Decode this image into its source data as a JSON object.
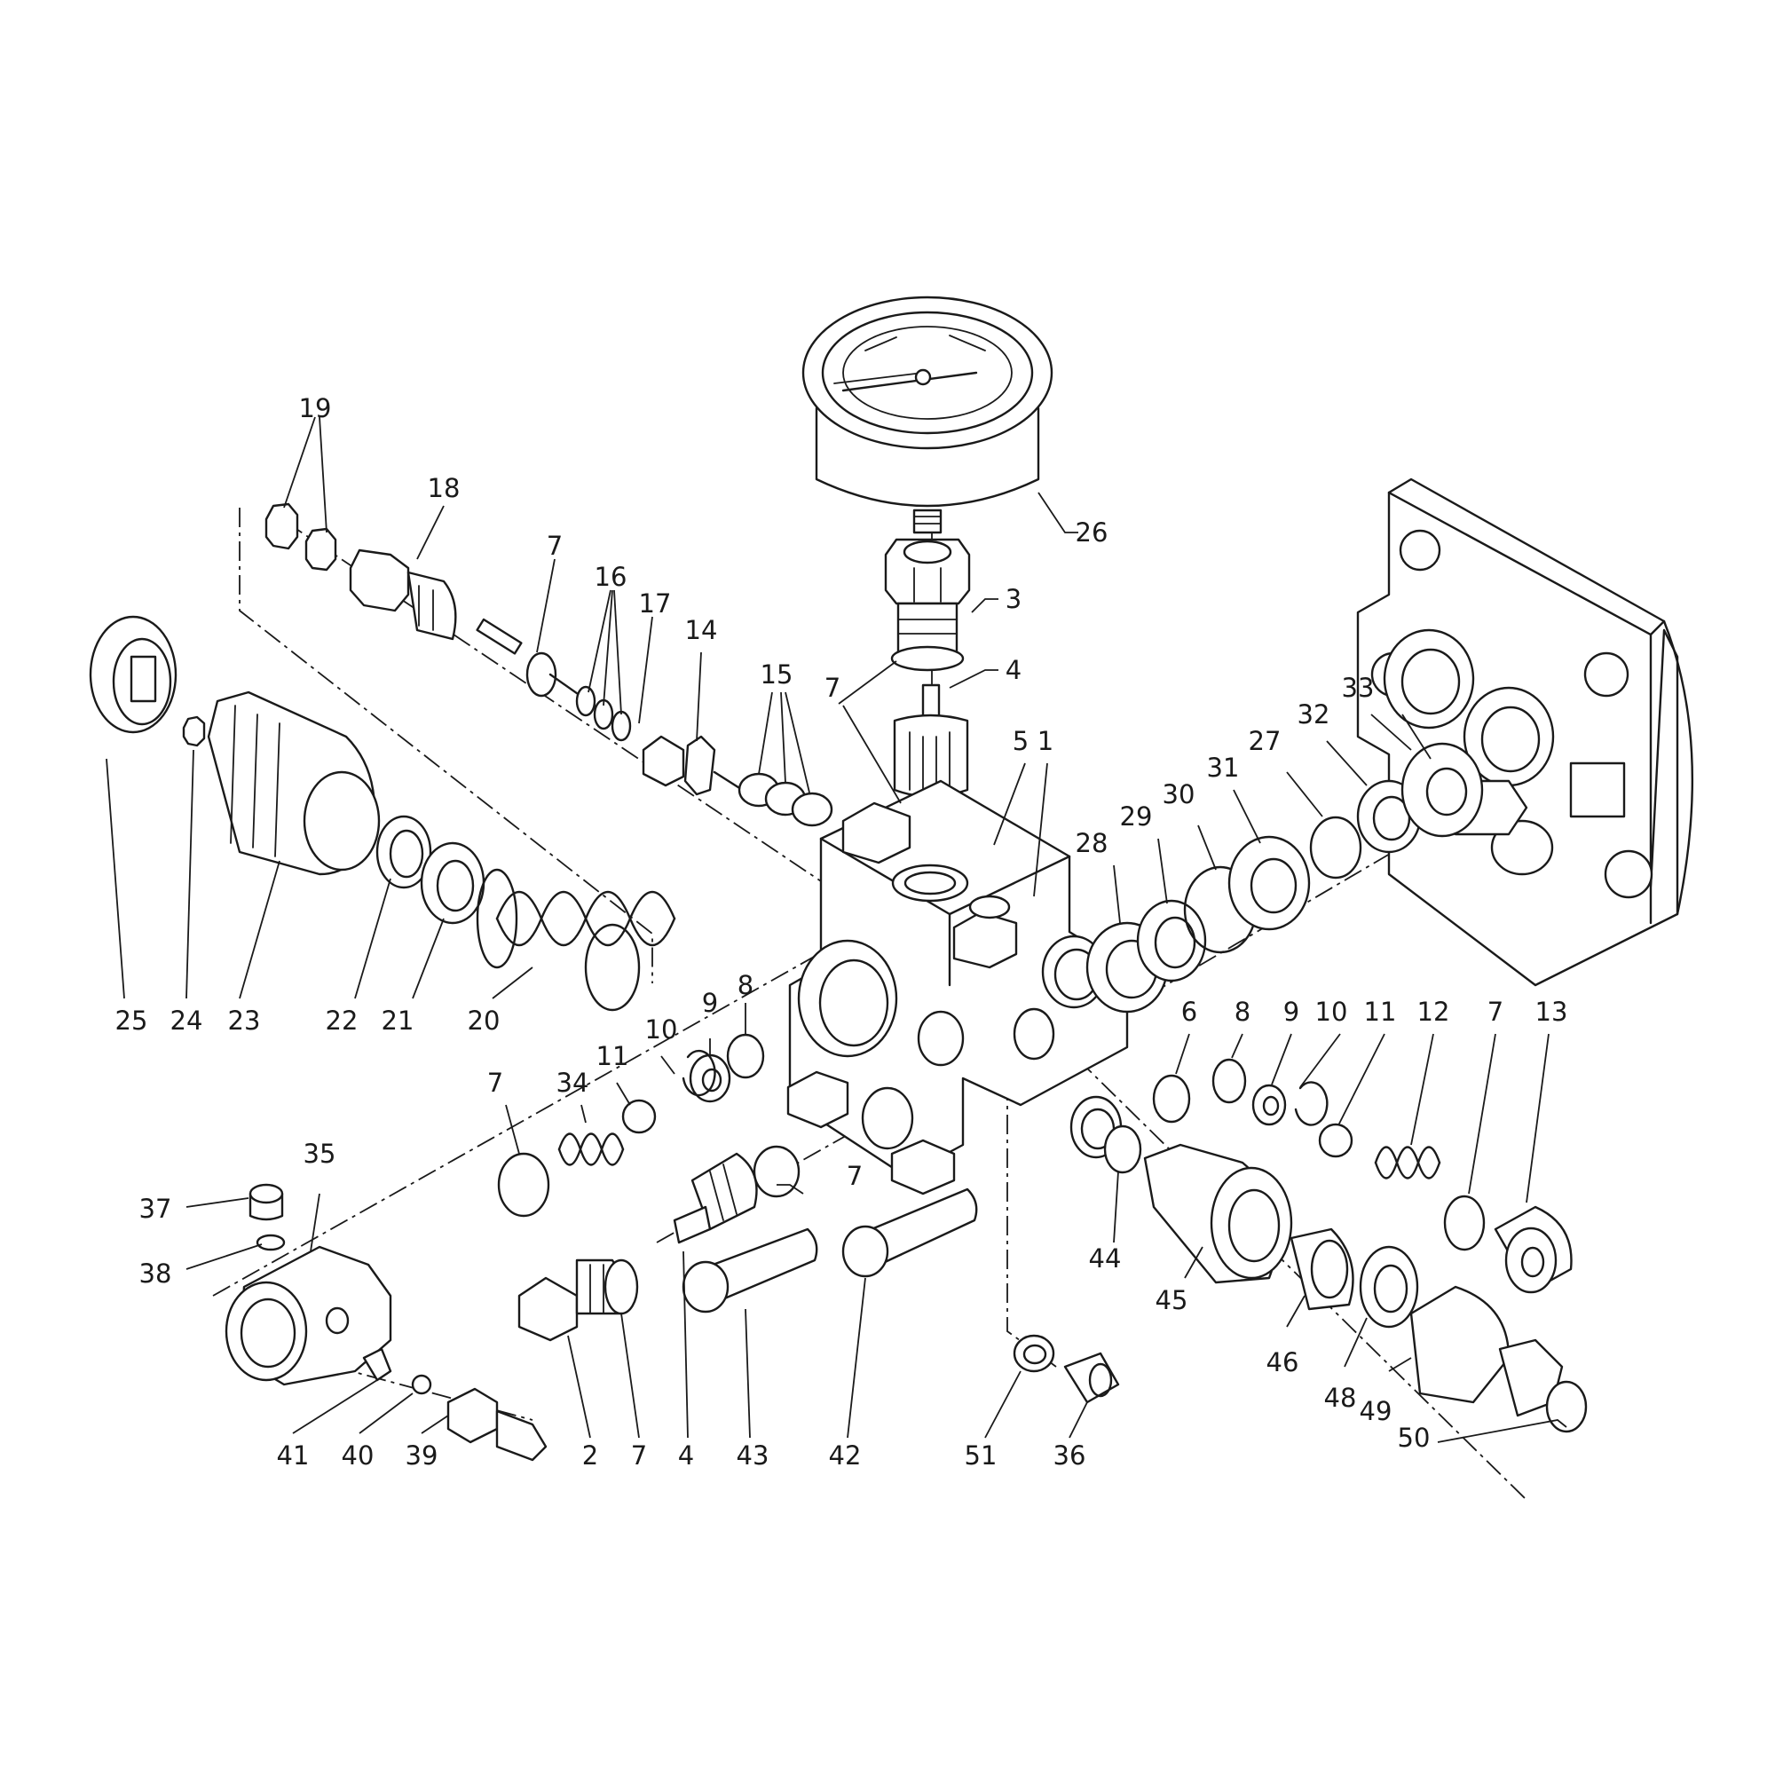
{
  "diagram": {
    "callouts": [
      {
        "id": "c19",
        "text": "19"
      },
      {
        "id": "c18",
        "text": "18"
      },
      {
        "id": "c7a",
        "text": "7"
      },
      {
        "id": "c16",
        "text": "16"
      },
      {
        "id": "c17",
        "text": "17"
      },
      {
        "id": "c14",
        "text": "14"
      },
      {
        "id": "c15",
        "text": "15"
      },
      {
        "id": "c7b",
        "text": "7"
      },
      {
        "id": "c26",
        "text": "26"
      },
      {
        "id": "c3",
        "text": "3"
      },
      {
        "id": "c4a",
        "text": "4"
      },
      {
        "id": "c5",
        "text": "5"
      },
      {
        "id": "c1",
        "text": "1"
      },
      {
        "id": "c33",
        "text": "33"
      },
      {
        "id": "c32",
        "text": "32"
      },
      {
        "id": "c27",
        "text": "27"
      },
      {
        "id": "c31",
        "text": "31"
      },
      {
        "id": "c30",
        "text": "30"
      },
      {
        "id": "c29",
        "text": "29"
      },
      {
        "id": "c28",
        "text": "28"
      },
      {
        "id": "c25",
        "text": "25"
      },
      {
        "id": "c24",
        "text": "24"
      },
      {
        "id": "c23",
        "text": "23"
      },
      {
        "id": "c22",
        "text": "22"
      },
      {
        "id": "c21",
        "text": "21"
      },
      {
        "id": "c20",
        "text": "20"
      },
      {
        "id": "c8a",
        "text": "8"
      },
      {
        "id": "c9a",
        "text": "9"
      },
      {
        "id": "c10a",
        "text": "10"
      },
      {
        "id": "c11a",
        "text": "11"
      },
      {
        "id": "c34",
        "text": "34"
      },
      {
        "id": "c7c",
        "text": "7"
      },
      {
        "id": "c35",
        "text": "35"
      },
      {
        "id": "c37",
        "text": "37"
      },
      {
        "id": "c38",
        "text": "38"
      },
      {
        "id": "c7d",
        "text": "7"
      },
      {
        "id": "c6",
        "text": "6"
      },
      {
        "id": "c8b",
        "text": "8"
      },
      {
        "id": "c9b",
        "text": "9"
      },
      {
        "id": "c10b",
        "text": "10"
      },
      {
        "id": "c11b",
        "text": "11"
      },
      {
        "id": "c12",
        "text": "12"
      },
      {
        "id": "c7e",
        "text": "7"
      },
      {
        "id": "c13",
        "text": "13"
      },
      {
        "id": "c44",
        "text": "44"
      },
      {
        "id": "c45",
        "text": "45"
      },
      {
        "id": "c46",
        "text": "46"
      },
      {
        "id": "c48",
        "text": "48"
      },
      {
        "id": "c49",
        "text": "49"
      },
      {
        "id": "c50",
        "text": "50"
      },
      {
        "id": "c41",
        "text": "41"
      },
      {
        "id": "c40",
        "text": "40"
      },
      {
        "id": "c39",
        "text": "39"
      },
      {
        "id": "c2",
        "text": "2"
      },
      {
        "id": "c7f",
        "text": "7"
      },
      {
        "id": "c4b",
        "text": "4"
      },
      {
        "id": "c43",
        "text": "43"
      },
      {
        "id": "c42",
        "text": "42"
      },
      {
        "id": "c51",
        "text": "51"
      },
      {
        "id": "c36",
        "text": "36"
      }
    ]
  }
}
